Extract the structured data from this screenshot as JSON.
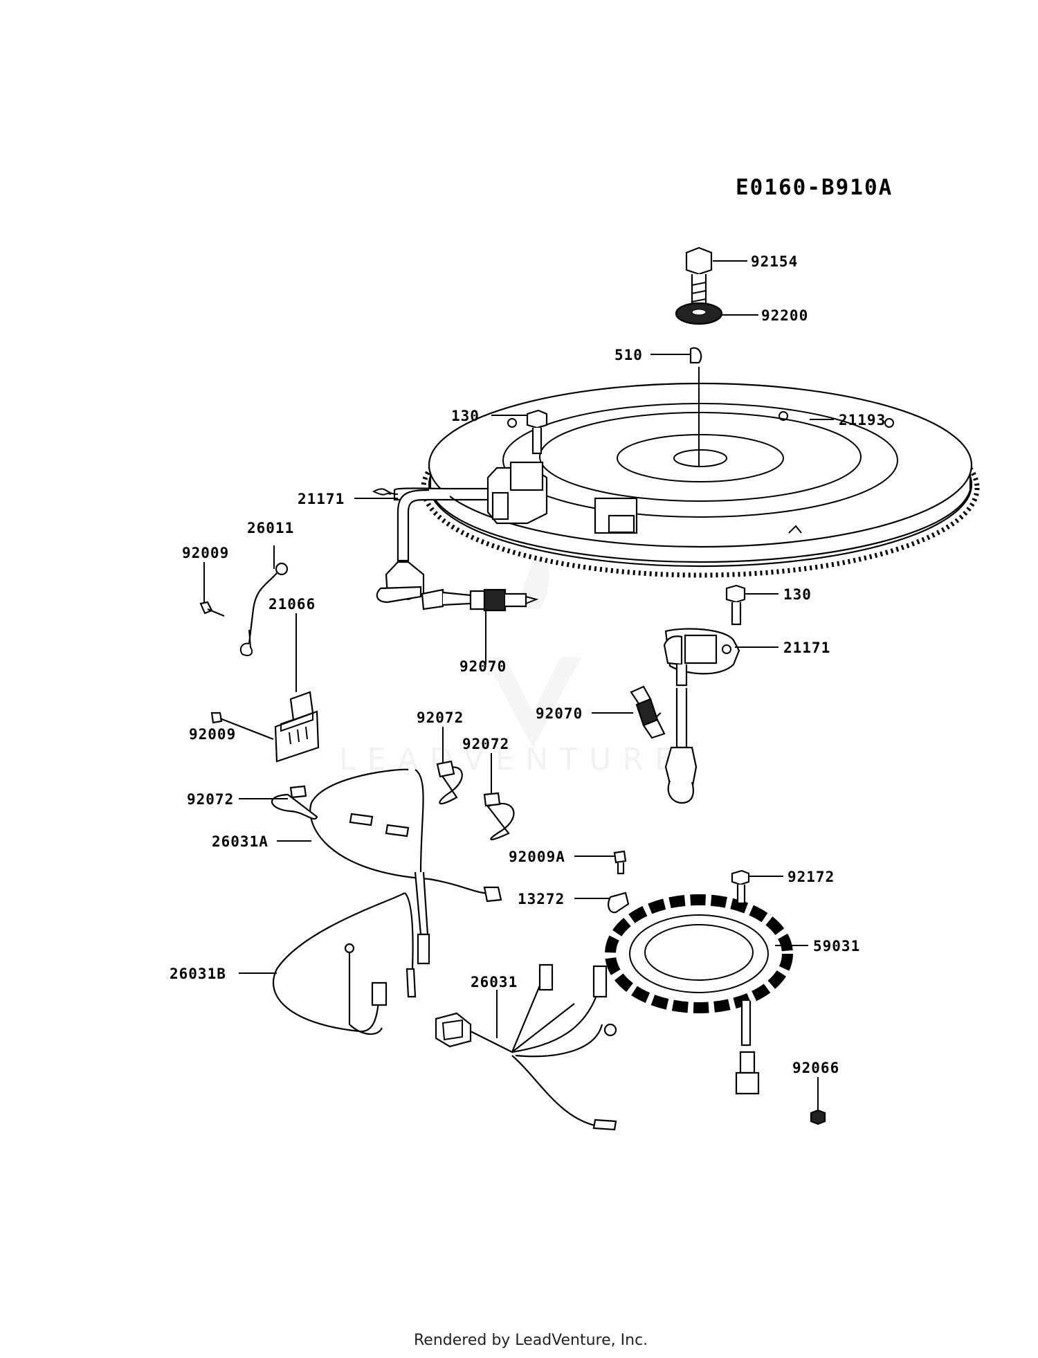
{
  "diagram_code": "E0160-B910A",
  "footer": "Rendered by LeadVenture, Inc.",
  "watermark": "LEADVENTURE",
  "callouts": [
    {
      "id": "92154"
    },
    {
      "id": "92200"
    },
    {
      "id": "510"
    },
    {
      "id": "21193"
    },
    {
      "id": "130"
    },
    {
      "id": "21171"
    },
    {
      "id": "26011"
    },
    {
      "id": "92009"
    },
    {
      "id": "21066"
    },
    {
      "id": "92070"
    },
    {
      "id": "130"
    },
    {
      "id": "21171"
    },
    {
      "id": "92009"
    },
    {
      "id": "92072"
    },
    {
      "id": "92072"
    },
    {
      "id": "92070"
    },
    {
      "id": "92072"
    },
    {
      "id": "26031A"
    },
    {
      "id": "92009A"
    },
    {
      "id": "92172"
    },
    {
      "id": "13272"
    },
    {
      "id": "59031"
    },
    {
      "id": "26031B"
    },
    {
      "id": "26031"
    },
    {
      "id": "92066"
    }
  ]
}
